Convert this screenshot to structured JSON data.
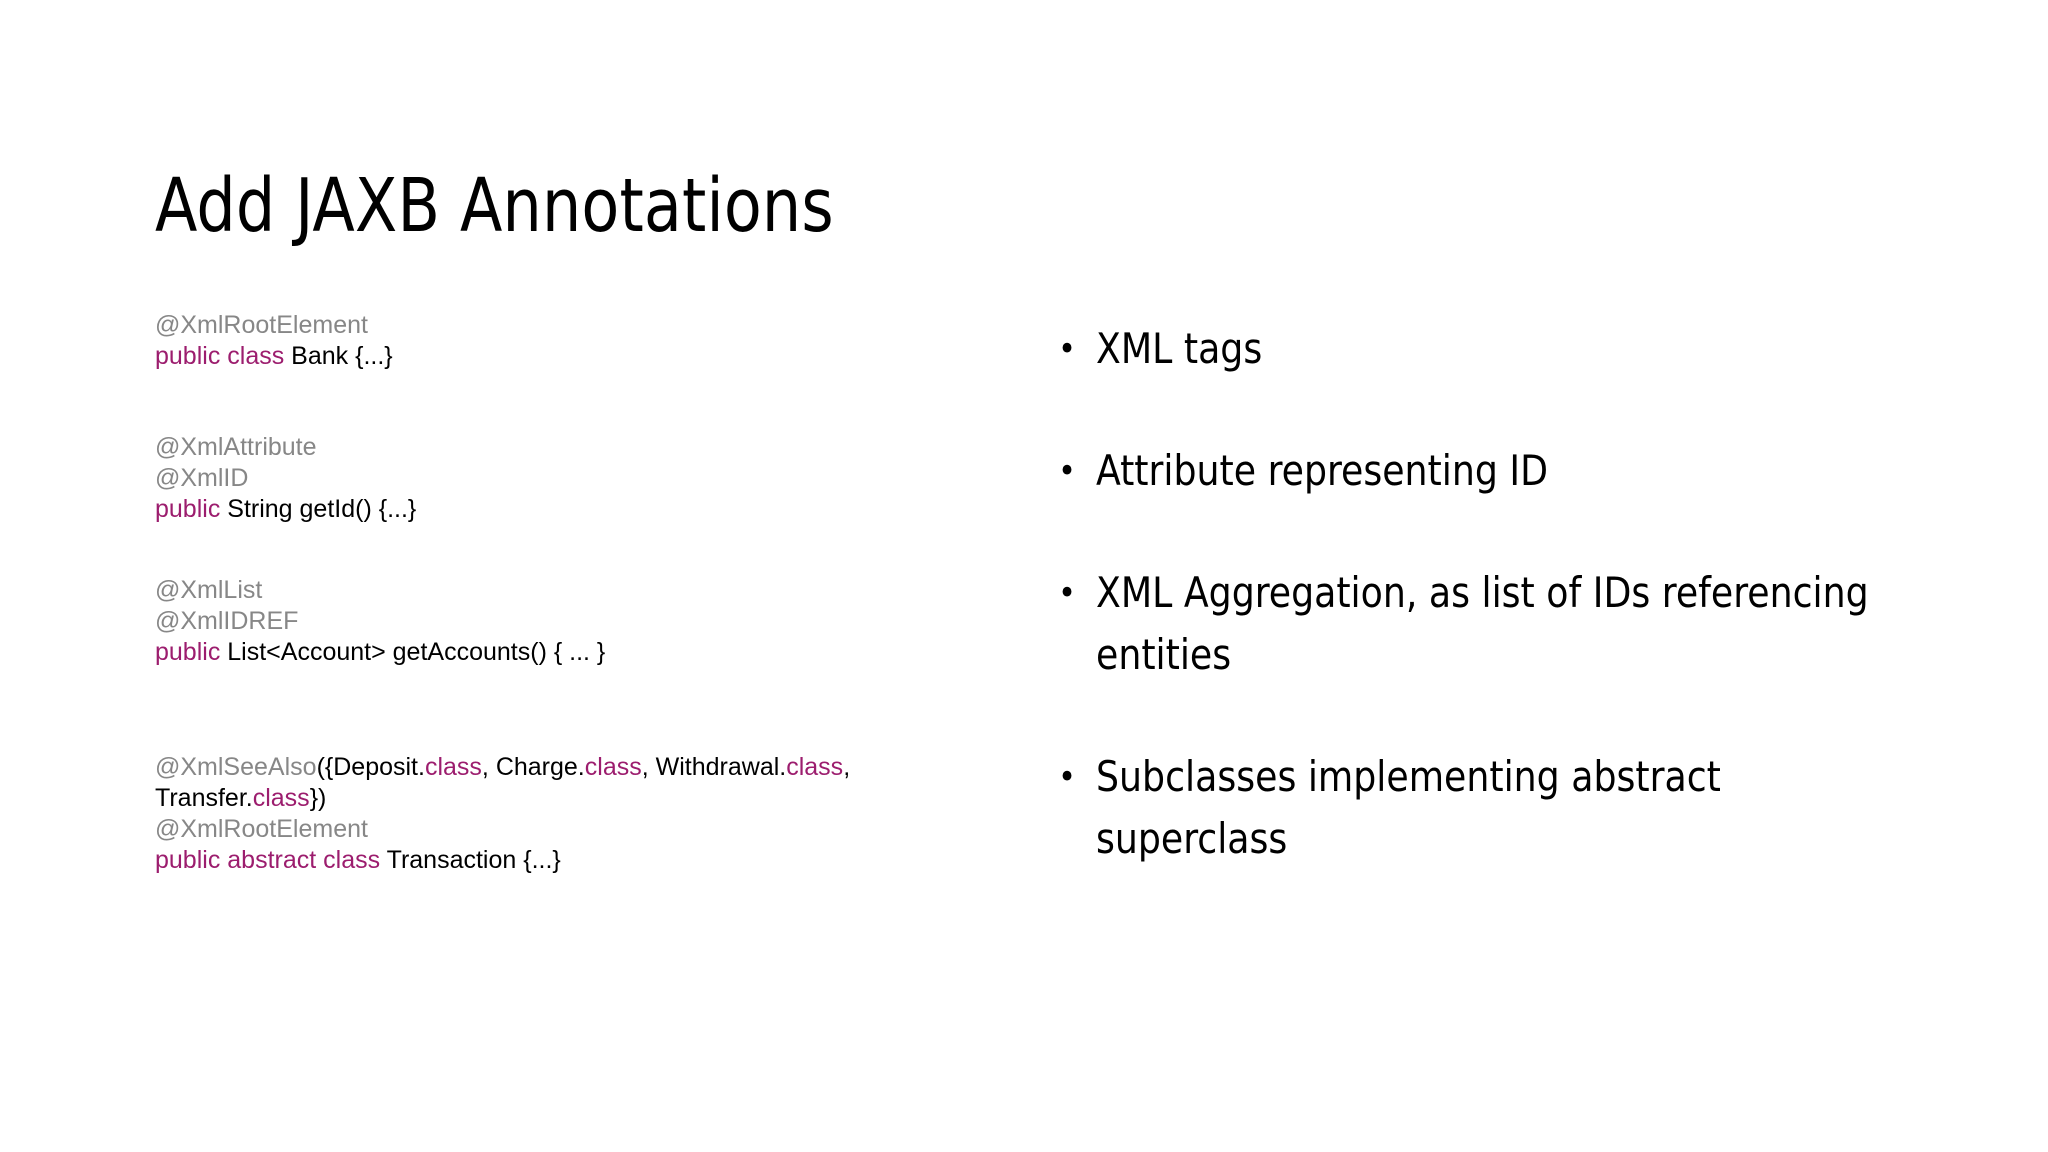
{
  "slide": {
    "title": "Add JAXB Annotations",
    "background_color": "#FFFFFF"
  },
  "colors": {
    "annotation_gray": "#878787",
    "keyword_purple": "#9C1D6E",
    "body_black": "#000000",
    "background": "#FFFFFF"
  },
  "code_column": {
    "blocks": [
      {
        "id": "bank-class",
        "lines": [
          {
            "segments": [
              {
                "text": "@XmlRootElement",
                "style": "annotation"
              }
            ]
          },
          {
            "segments": [
              {
                "text": "public class",
                "style": "keyword"
              },
              {
                "text": " Bank {...}",
                "style": "plain"
              }
            ]
          }
        ]
      },
      {
        "id": "get-id-method",
        "lines": [
          {
            "segments": [
              {
                "text": "@XmlAttribute",
                "style": "annotation"
              }
            ]
          },
          {
            "segments": [
              {
                "text": "@XmlID",
                "style": "annotation"
              }
            ]
          },
          {
            "segments": [
              {
                "text": "public",
                "style": "keyword"
              },
              {
                "text": " String getId() {...}",
                "style": "plain"
              }
            ]
          }
        ]
      },
      {
        "id": "get-accounts-method",
        "lines": [
          {
            "segments": [
              {
                "text": "@XmlList",
                "style": "annotation"
              }
            ]
          },
          {
            "segments": [
              {
                "text": "@XmlIDREF",
                "style": "annotation"
              }
            ]
          },
          {
            "segments": [
              {
                "text": "public",
                "style": "keyword"
              },
              {
                "text": " List<Account> getAccounts() { ... }",
                "style": "plain"
              }
            ]
          }
        ]
      },
      {
        "id": "transaction-class",
        "lines": [
          {
            "segments": [
              {
                "text": "@XmlSeeAlso",
                "style": "annotation"
              },
              {
                "text": "({Deposit.",
                "style": "plain"
              },
              {
                "text": "class",
                "style": "keyword"
              },
              {
                "text": ", Charge.",
                "style": "plain"
              },
              {
                "text": "class",
                "style": "keyword"
              },
              {
                "text": ", Withdrawal.",
                "style": "plain"
              },
              {
                "text": "class",
                "style": "keyword"
              },
              {
                "text": ", Transfer.",
                "style": "plain"
              },
              {
                "text": "class",
                "style": "keyword"
              },
              {
                "text": "})",
                "style": "plain"
              }
            ]
          },
          {
            "segments": [
              {
                "text": "@XmlRootElement",
                "style": "annotation"
              }
            ]
          },
          {
            "segments": [
              {
                "text": "public abstract class",
                "style": "keyword"
              },
              {
                "text": " Transaction {...}",
                "style": "plain"
              }
            ]
          }
        ]
      }
    ]
  },
  "bullet_column": {
    "marker": "•",
    "items": [
      {
        "id": "xml-tags",
        "text": "XML tags"
      },
      {
        "id": "attribute-id",
        "text": "Attribute representing ID"
      },
      {
        "id": "xml-aggregation",
        "text": "XML Aggregation, as list of IDs referencing entities"
      },
      {
        "id": "subclasses",
        "text": "Subclasses implementing abstract superclass"
      }
    ]
  }
}
